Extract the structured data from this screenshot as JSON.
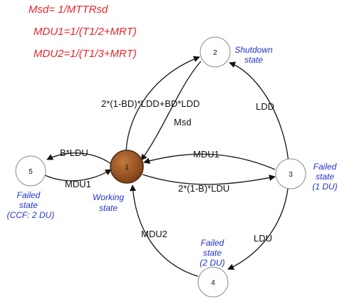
{
  "formulas": {
    "msd": "Msd= 1/MTTRsd",
    "mdu1": "MDU1=1/(T1/2+MRT)",
    "mdu2": "MDU2=1/(T1/3+MRT)"
  },
  "nodes": {
    "n1": {
      "label": "1",
      "fill": "#a0541b"
    },
    "n2": {
      "label": "2"
    },
    "n3": {
      "label": "3"
    },
    "n4": {
      "label": "4"
    },
    "n5": {
      "label": "5"
    }
  },
  "states": {
    "shutdown": [
      "Shutdown",
      "state"
    ],
    "working": [
      "Working",
      "state"
    ],
    "failed_1du": [
      "Failed",
      "state",
      "(1 DU)"
    ],
    "failed_2du": [
      "Failed",
      "state",
      "(2 DU)"
    ],
    "failed_ccf": [
      "Failed",
      "state",
      "(CCF: 2 DU)"
    ]
  },
  "edges": {
    "e12": "2*(1-BD)*LDD+BD*LDD",
    "e21": "Msd",
    "e32": "LDD",
    "e13": "2*(1-B)*LDU",
    "e31": "MDU1",
    "e34": "LDU",
    "e41": "MDU2",
    "e15": "B*LDU",
    "e51": "MDU1"
  },
  "colors": {
    "formula": "#e8262a",
    "state_label": "#2233cc",
    "working_node": "#a0541b"
  }
}
